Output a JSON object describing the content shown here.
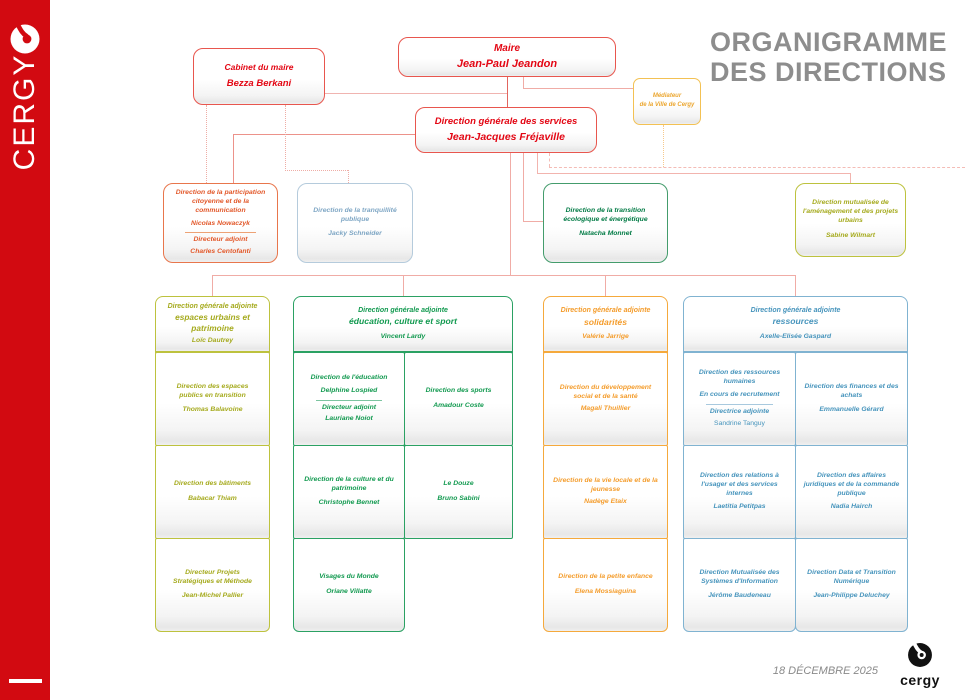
{
  "sidebar": {
    "brand": "CERGY"
  },
  "header": {
    "line1": "ORGANIGRAMME",
    "line2": "DES DIRECTIONS"
  },
  "top": {
    "maire": {
      "title": "Maire",
      "name": "Jean-Paul Jeandon"
    },
    "cabinet": {
      "title": "Cabinet du maire",
      "name": "Bezza Berkani"
    },
    "dgs": {
      "title": "Direction générale des services",
      "name": "Jean-Jacques Fréjaville"
    },
    "mediateur": {
      "line1": "Médiateur",
      "line2": "de la Ville de Cergy"
    }
  },
  "level2": {
    "participation": {
      "title": "Direction de la participation citoyenne et de la communication",
      "name": "Nicolas Nowaczyk",
      "deputy_role": "Directeur adjoint",
      "deputy_name": "Charles Centofanti"
    },
    "tranquillite": {
      "title": "Direction de la tranquillité publique",
      "name": "Jacky Schneider"
    },
    "transition": {
      "title": "Direction de la transition écologique et énergétique",
      "name": "Natacha Monnet"
    },
    "amenagement": {
      "title": "Direction mutualisée de l'aménagement et des projets urbains",
      "name": "Sabine Wilmart"
    }
  },
  "dga": [
    {
      "header": {
        "line1": "Direction générale adjointe",
        "line2": "espaces urbains et patrimoine",
        "name": "Loïc Dautrey"
      },
      "cells": [
        {
          "title": "Direction des espaces publics en transition",
          "name": "Thomas Balavoine"
        },
        {
          "title": "Direction des bâtiments",
          "name": "Babacar Thiam"
        },
        {
          "title": "Directeur Projets Stratégiques et Méthode",
          "name": "Jean-Michel Pallier"
        }
      ]
    },
    {
      "header": {
        "line1": "Direction générale adjointe",
        "line2": "éducation, culture et sport",
        "name": "Vincent Lardy"
      },
      "cells": [
        {
          "title": "Direction de l'éducation",
          "name": "Delphine Lospied",
          "deputy_role": "Directeur adjoint",
          "deputy_name": "Lauriane Noiot"
        },
        {
          "title": "Direction des sports",
          "name": "Amadour Coste"
        },
        {
          "title": "Direction de la culture et du patrimoine",
          "name": "Christophe Bennet"
        },
        {
          "title": "Le Douze",
          "name": "Bruno Sabini"
        },
        {
          "title": "Visages du Monde",
          "name": "Oriane Villatte"
        }
      ]
    },
    {
      "header": {
        "line1": "Direction générale adjointe",
        "line2": "solidarités",
        "name": "Valérie Jarrige"
      },
      "cells": [
        {
          "title": "Direction du développement social et de la santé",
          "name": "Magali Thuillier"
        },
        {
          "title": "Direction de la vie locale et de la jeunesse",
          "name": "Nadège Etaix"
        },
        {
          "title": "Direction de la petite enfance",
          "name": "Elena Mossiaguina"
        }
      ]
    },
    {
      "header": {
        "line1": "Direction générale adjointe",
        "line2": "ressources",
        "name": "Axelle-Elisée Gaspard"
      },
      "cells": [
        {
          "title": "Direction des ressources humaines",
          "name": "En cours de recrutement",
          "deputy_role": "Directrice adjointe",
          "deputy_name": "Sandrine Tanguy"
        },
        {
          "title": "Direction des finances et des achats",
          "name": "Emmanuelle Gérard"
        },
        {
          "title": "Direction des relations à l'usager et des services internes",
          "name": "Laetitia Petitpas"
        },
        {
          "title": "Direction des affaires juridiques et de la commande publique",
          "name": "Nadia Hairch"
        },
        {
          "title": "Direction Mutualisée des Systèmes d'Information",
          "name": "Jérôme Baudeneau"
        },
        {
          "title": "Direction Data et Transition Numérique",
          "name": "Jean-Philippe Deluchey"
        }
      ]
    }
  ],
  "footer": {
    "date": "18 DÉCEMBRE 2025",
    "logo_text": "cergy"
  },
  "colors": {
    "brand_red": "#d20a11",
    "red": "#e30613",
    "orange": "#e2582a",
    "light_blue": "#7ea6c4",
    "dark_green": "#007a44",
    "olive": "#a5aa1d",
    "green": "#11994f",
    "amber": "#f49c2b",
    "blue": "#4694bc",
    "yellow": "#eba62f",
    "title_gray": "#8d8d8d"
  }
}
